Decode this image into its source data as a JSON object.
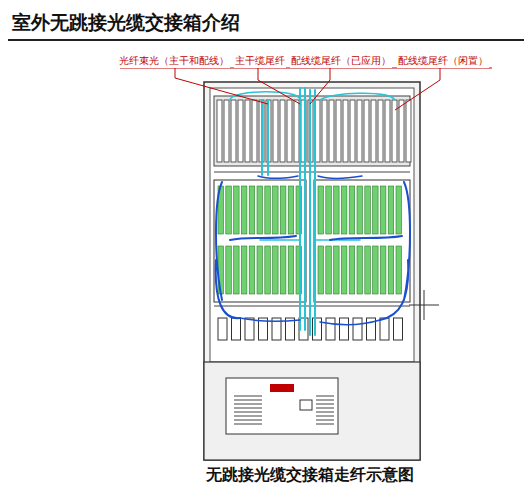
{
  "diagram": {
    "title": "室外无跳接光缆交接箱介绍",
    "caption": "无跳接光缆交接箱走纤示意图",
    "labels": [
      "光纤束光（主干和配线）",
      "主干缆尾纤",
      "配线缆尾纤（已应用）",
      "配线缆尾纤（闲置）"
    ]
  }
}
